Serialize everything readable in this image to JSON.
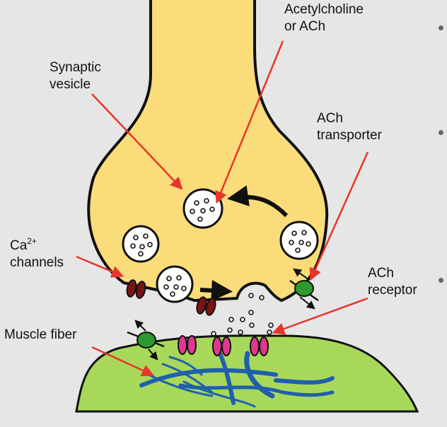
{
  "labels": {
    "acetylcholine": {
      "line1": "Acetylcholine",
      "line2": "or ACh"
    },
    "synaptic_vesicle": {
      "line1": "Synaptic",
      "line2": "vesicle"
    },
    "ach_transporter": {
      "line1": "ACh",
      "line2": "transporter"
    },
    "ca_channels": {
      "base": "Ca",
      "superscript": "2+",
      "line2": "channels"
    },
    "ach_receptor": {
      "line1": "ACh",
      "line2": "receptor"
    },
    "muscle_fiber": "Muscle fiber"
  },
  "colors": {
    "background": "#e6e6e6",
    "terminal": "#fbdc7a",
    "muscle": "#a8d85a",
    "fibers": "#1f5fae",
    "arrow": "#e8352a",
    "ca_channel": "#7a1414",
    "receptor": "#e0388e",
    "transporter": "#2c9a2c",
    "vesicle": "#ffffff",
    "outline": "#111111"
  }
}
